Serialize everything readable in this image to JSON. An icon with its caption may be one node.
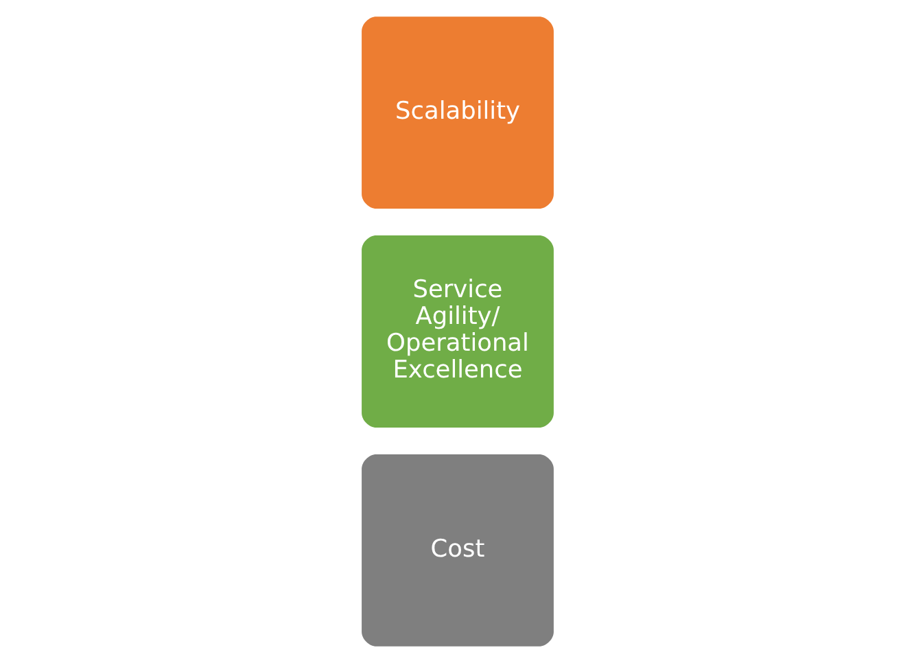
{
  "diagram": {
    "nodes": [
      {
        "text": [
          "Scalability"
        ]
      },
      {
        "text": [
          "Service Agility/ Operational Excellence"
        ]
      },
      {
        "text": [
          "Cost"
        ]
      }
    ]
  }
}
